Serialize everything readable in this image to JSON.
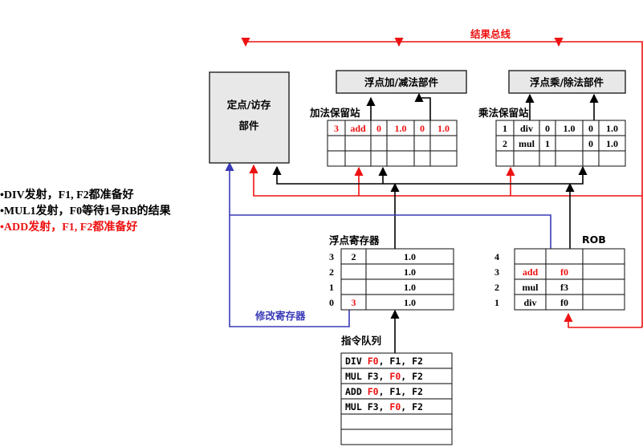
{
  "colors": {
    "red": "#ee1111",
    "blue": "#3a3ab8",
    "black": "#000000"
  },
  "notes": [
    {
      "text": "•DIV发射，F1, F2都准备好",
      "color": "#000000"
    },
    {
      "text": "•MUL1发射，F0等待1号RB的结果",
      "color": "#000000"
    },
    {
      "text": "•ADD发射，F1, F2都准备好",
      "color": "#ee1111"
    }
  ],
  "labels": {
    "result_bus": "结果总线",
    "load_store_line1": "定点/访存",
    "load_store_line2": "部件",
    "fp_add_unit": "浮点加/减法部件",
    "fp_mul_unit": "浮点乘/除法部件",
    "add_rs": "加法保留站",
    "mul_rs": "乘法保留站",
    "fp_regs": "浮点寄存器",
    "rob": "ROB",
    "modify_reg": "修改寄存器",
    "inst_queue": "指令队列"
  },
  "add_rs_rows": [
    [
      "3",
      "add",
      "0",
      "1.0",
      "0",
      "1.0"
    ],
    [
      "",
      "",
      "",
      "",
      "",
      ""
    ],
    [
      "",
      "",
      "",
      "",
      "",
      ""
    ]
  ],
  "mul_rs_rows": [
    [
      "1",
      "div",
      "0",
      "1.0",
      "0",
      "1.0"
    ],
    [
      "2",
      "mul",
      "1",
      "",
      "0",
      "1.0"
    ],
    [
      "",
      "",
      "",
      "",
      "",
      ""
    ]
  ],
  "fp_regs": [
    {
      "idx": "3",
      "tag": "2",
      "val": "1.0"
    },
    {
      "idx": "2",
      "tag": "",
      "val": "1.0"
    },
    {
      "idx": "1",
      "tag": "",
      "val": "1.0"
    },
    {
      "idx": "0",
      "tag": "3",
      "val": "1.0"
    }
  ],
  "rob": [
    {
      "idx": "4",
      "op": "",
      "dest": ""
    },
    {
      "idx": "3",
      "op": "add",
      "dest": "f0"
    },
    {
      "idx": "2",
      "op": "mul",
      "dest": "f3"
    },
    {
      "idx": "1",
      "op": "div",
      "dest": "f0"
    }
  ],
  "inst_queue": [
    [
      "DIV ",
      "F0",
      ", F1, F2"
    ],
    [
      "MUL F3, ",
      "F0",
      ", F2"
    ],
    [
      "ADD ",
      "F0",
      ", F1, F2"
    ],
    [
      "MUL F3, ",
      "F0",
      ", F2"
    ],
    [
      "",
      "",
      ""
    ],
    [
      "",
      "",
      ""
    ]
  ]
}
